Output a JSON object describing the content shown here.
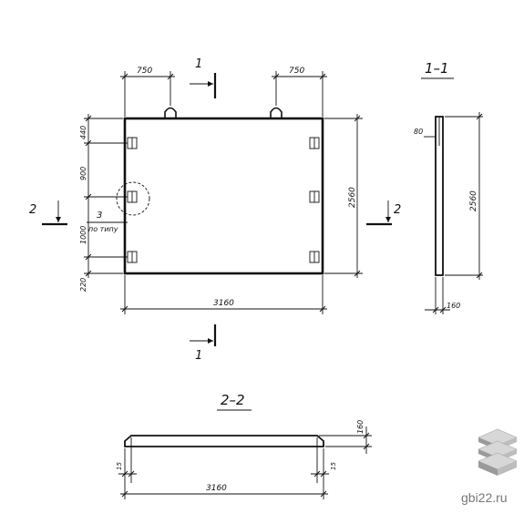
{
  "plan": {
    "dim_top_left": "750",
    "dim_top_right": "750",
    "dim_bottom": "3160",
    "dim_right": "2560",
    "dim_left_1": "440",
    "dim_left_2": "900",
    "dim_left_3": "1000",
    "dim_left_4": "220",
    "callout_number": "3",
    "callout_note": "по типу",
    "section_mark_1_top": "1",
    "section_mark_1_bottom": "1",
    "section_mark_2_left": "2",
    "section_mark_2_right": "2"
  },
  "section_1_1": {
    "title": "1–1",
    "dim_top": "80",
    "dim_height": "2560",
    "dim_width": "160"
  },
  "section_2_2": {
    "title": "2–2",
    "dim_thickness": "160",
    "dim_left": "15",
    "dim_right": "15",
    "dim_length": "3160"
  },
  "watermark": {
    "site": "gbi22.ru"
  }
}
